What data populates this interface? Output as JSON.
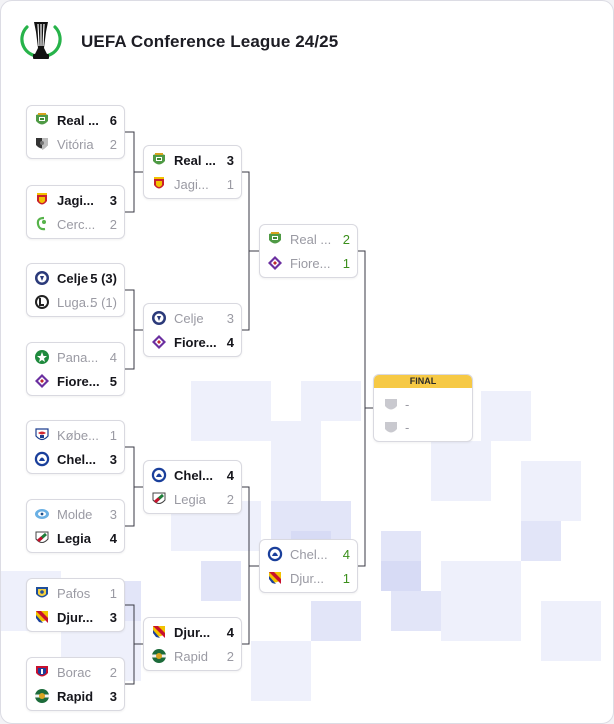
{
  "header": {
    "title": "UEFA Conference League 24/25"
  },
  "final": {
    "label": "FINAL",
    "placeholder": "-"
  },
  "r16": [
    {
      "teams": [
        {
          "name": "Real ...",
          "score": "6",
          "winner": true,
          "crest": "betis-crest"
        },
        {
          "name": "Vitória",
          "score": "2",
          "winner": false,
          "crest": "vitoria-crest"
        }
      ]
    },
    {
      "teams": [
        {
          "name": "Jagi...",
          "score": "3",
          "winner": true,
          "crest": "jagiellonia-crest"
        },
        {
          "name": "Cerc...",
          "score": "2",
          "winner": false,
          "crest": "cercle-crest"
        }
      ]
    },
    {
      "teams": [
        {
          "name": "Celje",
          "score": "5 (3)",
          "winner": true,
          "crest": "celje-crest"
        },
        {
          "name": "Luga...",
          "score": "5 (1)",
          "winner": false,
          "crest": "lugano-crest"
        }
      ]
    },
    {
      "teams": [
        {
          "name": "Pana...",
          "score": "4",
          "winner": false,
          "crest": "panathinaikos-crest"
        },
        {
          "name": "Fiore...",
          "score": "5",
          "winner": true,
          "crest": "fiorentina-crest"
        }
      ]
    },
    {
      "teams": [
        {
          "name": "Købe...",
          "score": "1",
          "winner": false,
          "crest": "kobenhavn-crest"
        },
        {
          "name": "Chel...",
          "score": "3",
          "winner": true,
          "crest": "chelsea-crest"
        }
      ]
    },
    {
      "teams": [
        {
          "name": "Molde",
          "score": "3",
          "winner": false,
          "crest": "molde-crest"
        },
        {
          "name": "Legia",
          "score": "4",
          "winner": true,
          "crest": "legia-crest"
        }
      ]
    },
    {
      "teams": [
        {
          "name": "Pafos",
          "score": "1",
          "winner": false,
          "crest": "pafos-crest"
        },
        {
          "name": "Djur...",
          "score": "3",
          "winner": true,
          "crest": "djurgarden-crest"
        }
      ]
    },
    {
      "teams": [
        {
          "name": "Borac",
          "score": "2",
          "winner": false,
          "crest": "borac-crest"
        },
        {
          "name": "Rapid",
          "score": "3",
          "winner": true,
          "crest": "rapid-crest"
        }
      ]
    }
  ],
  "qf": [
    {
      "teams": [
        {
          "name": "Real ...",
          "score": "3",
          "winner": true,
          "crest": "betis-crest"
        },
        {
          "name": "Jagi...",
          "score": "1",
          "winner": false,
          "crest": "jagiellonia-crest"
        }
      ]
    },
    {
      "teams": [
        {
          "name": "Celje",
          "score": "3",
          "winner": false,
          "crest": "celje-crest"
        },
        {
          "name": "Fiore...",
          "score": "4",
          "winner": true,
          "crest": "fiorentina-crest"
        }
      ]
    },
    {
      "teams": [
        {
          "name": "Chel...",
          "score": "4",
          "winner": true,
          "crest": "chelsea-crest"
        },
        {
          "name": "Legia",
          "score": "2",
          "winner": false,
          "crest": "legia-crest"
        }
      ]
    },
    {
      "teams": [
        {
          "name": "Djur...",
          "score": "4",
          "winner": true,
          "crest": "djurgarden-crest"
        },
        {
          "name": "Rapid",
          "score": "2",
          "winner": false,
          "crest": "rapid-crest"
        }
      ]
    }
  ],
  "sf": [
    {
      "teams": [
        {
          "name": "Real ...",
          "score": "2",
          "winner": false,
          "crest": "betis-crest"
        },
        {
          "name": "Fiore...",
          "score": "1",
          "winner": false,
          "crest": "fiorentina-crest"
        }
      ]
    },
    {
      "teams": [
        {
          "name": "Chel...",
          "score": "4",
          "winner": false,
          "crest": "chelsea-crest"
        },
        {
          "name": "Djur...",
          "score": "1",
          "winner": false,
          "crest": "djurgarden-crest"
        }
      ]
    }
  ],
  "colors": {
    "accent_green": "#3b8f1c",
    "final_yellow": "#f6c945",
    "logo_green": "#27b34a"
  }
}
